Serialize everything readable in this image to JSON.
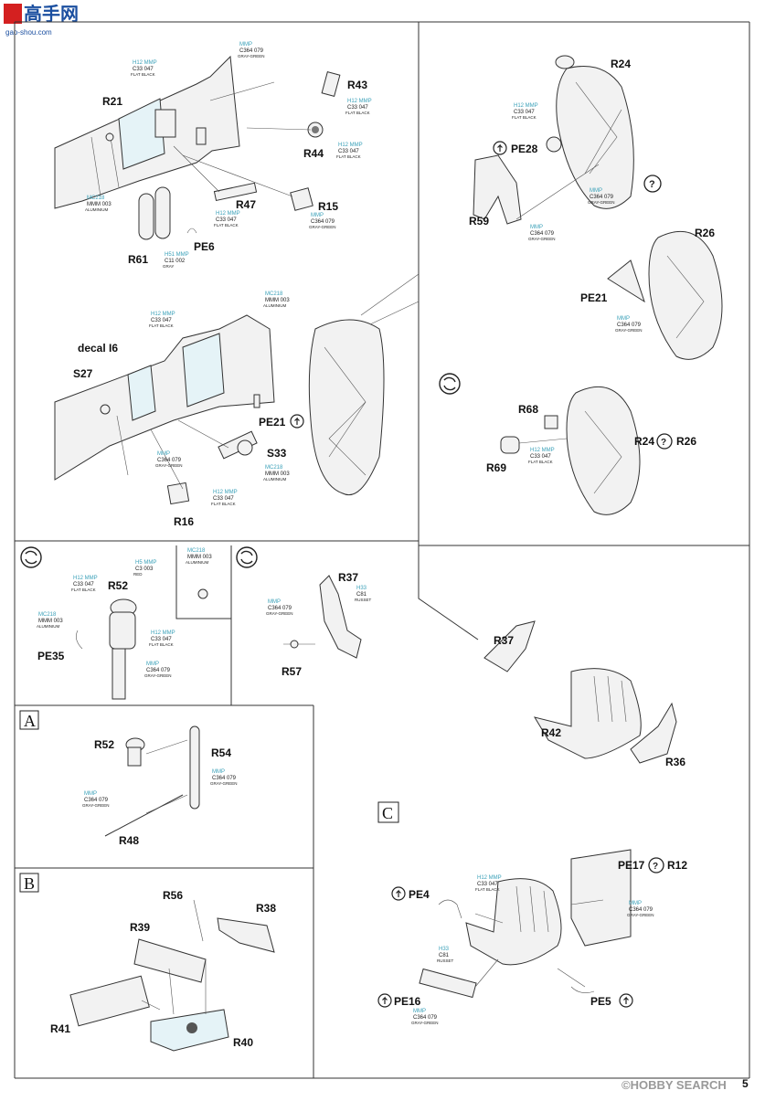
{
  "header": {
    "logo_text": "高手网",
    "logo_sub": "gao-shou.com"
  },
  "watermark": {
    "text": "©HOBBY SEARCH"
  },
  "page_number": "5",
  "sections": {
    "A": "A",
    "B": "B",
    "C": "C"
  },
  "parts": {
    "R21": "R21",
    "R43": "R43",
    "R44": "R44",
    "R47": "R47",
    "R15": "R15",
    "R61": "R61",
    "PE6": "PE6",
    "R24": "R24",
    "PE28": "PE28",
    "R59": "R59",
    "R26": "R26",
    "PE21": "PE21",
    "decal_I6": "decal I6",
    "S27": "S27",
    "PE21b": "PE21",
    "S33": "S33",
    "R16": "R16",
    "R68": "R68",
    "R69": "R69",
    "R24R26_a": "R24",
    "R24R26_b": "R26",
    "R52": "R52",
    "PE35": "PE35",
    "R37": "R37",
    "R57": "R57",
    "R37b": "R37",
    "R42": "R42",
    "R36": "R36",
    "R52b": "R52",
    "R54": "R54",
    "R48": "R48",
    "R56": "R56",
    "R38": "R38",
    "R39": "R39",
    "R41": "R41",
    "R40": "R40",
    "PE4": "PE4",
    "PE17": "PE17",
    "R12": "R12",
    "PE16": "PE16",
    "PE5": "PE5"
  },
  "paints": [
    {
      "id": "p1",
      "a": "MMP",
      "b": "C364 079",
      "n": "GRAY-GREEN"
    },
    {
      "id": "p2",
      "a": "H12 MMP",
      "b": "C33 047",
      "n": "FLAT BLACK"
    },
    {
      "id": "p3",
      "a": "H12 MMP",
      "b": "C33 047",
      "n": "FLAT BLACK"
    },
    {
      "id": "p4",
      "a": "H12 MMP",
      "b": "C33 047",
      "n": "FLAT BLACK"
    },
    {
      "id": "p5",
      "a": "MC218",
      "b": "MMM 003",
      "n": "ALUMINIUM"
    },
    {
      "id": "p6",
      "a": "H12 MMP",
      "b": "C33 047",
      "n": "FLAT BLACK"
    },
    {
      "id": "p7",
      "a": "MMP",
      "b": "C364 079",
      "n": "GRAY-GREEN"
    },
    {
      "id": "p8",
      "a": "H51 MMP",
      "b": "C11 002",
      "n": "GRAY"
    },
    {
      "id": "p9",
      "a": "H12 MMP",
      "b": "C33 047",
      "n": "FLAT BLACK"
    },
    {
      "id": "p10",
      "a": "MMP",
      "b": "C364 079",
      "n": "GRAY-GREEN"
    },
    {
      "id": "p11",
      "a": "MMP",
      "b": "C364 079",
      "n": "GRAY-GREEN"
    },
    {
      "id": "p12",
      "a": "MMP",
      "b": "C364 079",
      "n": "GRAY-GREEN"
    },
    {
      "id": "p13",
      "a": "MC218",
      "b": "MMM 003",
      "n": "ALUMINIUM"
    },
    {
      "id": "p14",
      "a": "H12 MMP",
      "b": "C33 047",
      "n": "FLAT BLACK"
    },
    {
      "id": "p15",
      "a": "MMP",
      "b": "C364 079",
      "n": "GRAY-GREEN"
    },
    {
      "id": "p16",
      "a": "MC218",
      "b": "MMM 003",
      "n": "ALUMINIUM"
    },
    {
      "id": "p17",
      "a": "H12 MMP",
      "b": "C33 047",
      "n": "FLAT BLACK"
    },
    {
      "id": "p18",
      "a": "H12 MMP",
      "b": "C33 047",
      "n": "FLAT BLACK"
    },
    {
      "id": "p19",
      "a": "H12 MMP",
      "b": "C33 047",
      "n": "FLAT BLACK"
    },
    {
      "id": "p20",
      "a": "H5 MMP",
      "b": "C3 003",
      "n": "RED"
    },
    {
      "id": "p21",
      "a": "MC218",
      "b": "MMM 003",
      "n": "ALUMINIUM"
    },
    {
      "id": "p22",
      "a": "MC218",
      "b": "MMM 003",
      "n": "ALUMINIUM"
    },
    {
      "id": "p23",
      "a": "H12 MMP",
      "b": "C33 047",
      "n": "FLAT BLACK"
    },
    {
      "id": "p24",
      "a": "MMP",
      "b": "C364 079",
      "n": "GRAY-GREEN"
    },
    {
      "id": "p25",
      "a": "H33",
      "b": "C81",
      "n": "RUSSET"
    },
    {
      "id": "p26",
      "a": "MMP",
      "b": "C364 079",
      "n": "GRAY-GREEN"
    },
    {
      "id": "p27",
      "a": "MMP",
      "b": "C364 079",
      "n": "GRAY-GREEN"
    },
    {
      "id": "p28",
      "a": "MMP",
      "b": "C364 079",
      "n": "GRAY-GREEN"
    },
    {
      "id": "p29",
      "a": "H12 MMP",
      "b": "C33 047",
      "n": "FLAT BLACK"
    },
    {
      "id": "p30",
      "a": "H33",
      "b": "C81",
      "n": "RUSSET"
    },
    {
      "id": "p31",
      "a": "MMP",
      "b": "C364 079",
      "n": "GRAY-GREEN"
    },
    {
      "id": "p32",
      "a": "MMP",
      "b": "C364 079",
      "n": "GRAY-GREEN"
    }
  ],
  "colors": {
    "accent": "#3aa0b8",
    "highlight": "#cfe8f0",
    "logo_red": "#d42020",
    "logo_blue": "#1b4fa0"
  }
}
